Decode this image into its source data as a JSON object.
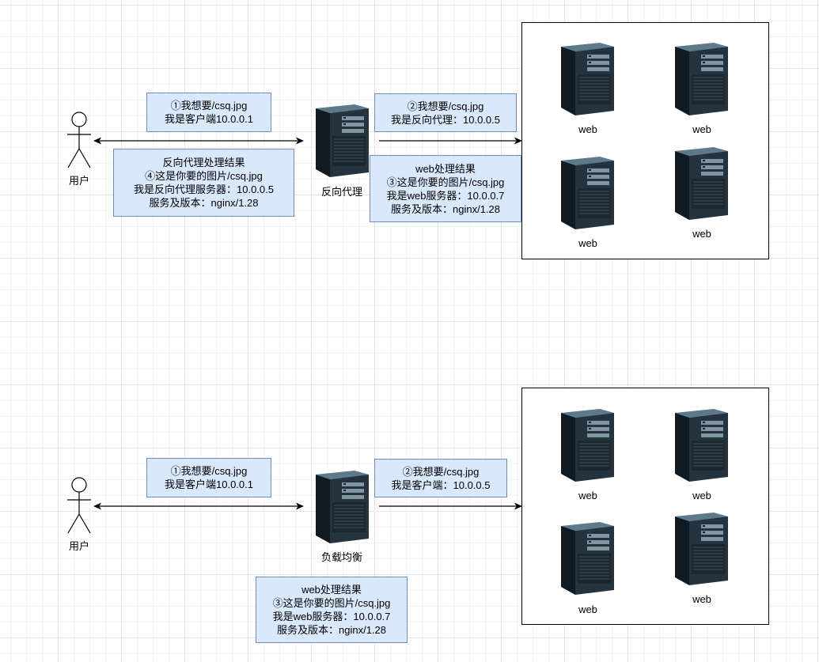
{
  "top": {
    "user_label": "用户",
    "proxy_label": "反向代理",
    "request_note": [
      "①我想要/csq.jpg",
      "我是客户端10.0.0.1"
    ],
    "forward_note": [
      "②我想要/csq.jpg",
      "我是反向代理：10.0.0.5"
    ],
    "response_note": [
      "反向代理处理结果",
      "④这是你要的图片/csq.jpg",
      "我是反向代理服务器：10.0.0.5",
      "服务及版本：nginx/1.28"
    ],
    "web_response_note": [
      "web处理结果",
      "③这是你要的图片/csq.jpg",
      "我是web服务器：10.0.0.7",
      "服务及版本：nginx/1.28"
    ],
    "servers": [
      "web",
      "web",
      "web",
      "web"
    ]
  },
  "bottom": {
    "user_label": "用户",
    "lb_label": "负载均衡",
    "request_note": [
      "①我想要/csq.jpg",
      "我是客户端10.0.0.1"
    ],
    "forward_note": [
      "②我想要/csq.jpg",
      "我是客户端：10.0.0.5"
    ],
    "web_response_note": [
      "web处理结果",
      "③这是你要的图片/csq.jpg",
      "我是web服务器：10.0.0.7",
      "服务及版本：nginx/1.28"
    ],
    "servers": [
      "web",
      "web",
      "web",
      "web"
    ]
  },
  "icons": {
    "user": "stick-figure-actor-icon",
    "server": "tower-server-icon",
    "arrow": "arrowhead-icon"
  },
  "colors": {
    "note_fill": "#dae8fc",
    "note_border": "#6c8ebf",
    "connector": "#000000"
  }
}
